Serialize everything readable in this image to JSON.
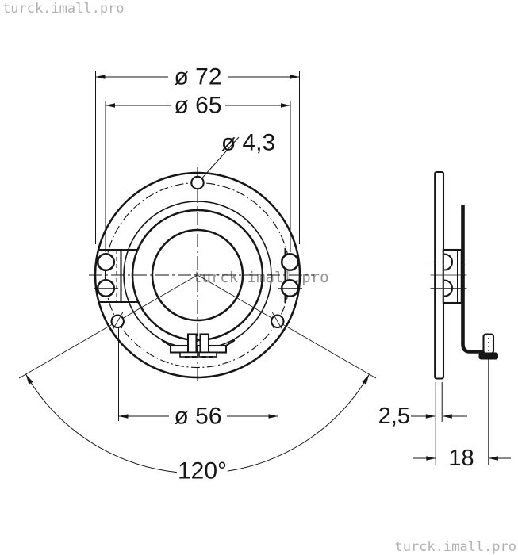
{
  "watermarks": {
    "top_left": "turck.imall.pro",
    "center": "turck.imall.pro",
    "bottom_right": "turck.imall.pro"
  },
  "front_view": {
    "labels": {
      "outer_dia": "ø 72",
      "bolt_circle_dia": "ø 65",
      "small_hole_dia": "ø 4,3",
      "lower_hole_span_dia": "ø 56",
      "hole_spacing_angle": "120°"
    }
  },
  "side_view": {
    "labels": {
      "plate_thickness": "2,5",
      "overall_depth": "18"
    }
  },
  "colors": {
    "line": "#161616",
    "background": "#ffffff",
    "watermark_light": "#b3b3b3",
    "watermark_mid": "#949494"
  }
}
